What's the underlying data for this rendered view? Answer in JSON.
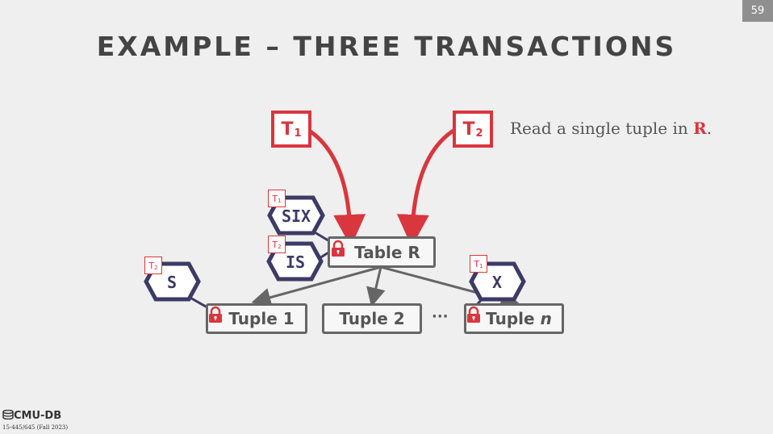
{
  "slide_number": "59",
  "title": "EXAMPLE – THREE TRANSACTIONS",
  "caption": {
    "text": "Read a single tuple in ",
    "highlight": "R",
    "suffix": "."
  },
  "transactions": [
    {
      "label": "T",
      "sub": "1"
    },
    {
      "label": "T",
      "sub": "2"
    }
  ],
  "table": {
    "label": "Table R"
  },
  "tuples": [
    {
      "label": "Tuple 1"
    },
    {
      "label": "Tuple 2"
    },
    {
      "label": "Tuple ",
      "italic": "n"
    }
  ],
  "ellipsis": "···",
  "locks": [
    {
      "mode": "SIX",
      "holder": {
        "label": "T",
        "sub": "1"
      }
    },
    {
      "mode": "IS",
      "holder": {
        "label": "T",
        "sub": "2"
      }
    },
    {
      "mode": "S",
      "holder": {
        "label": "T",
        "sub": "2"
      }
    },
    {
      "mode": "X",
      "holder": {
        "label": "T",
        "sub": "1"
      }
    }
  ],
  "colors": {
    "accent": "#d9363e",
    "hex_border": "#3d3a66",
    "box_border": "#666666",
    "title": "#444444"
  },
  "footer": {
    "logo": "CMU-DB",
    "course": "15-445/645 (Fall 2023)"
  }
}
